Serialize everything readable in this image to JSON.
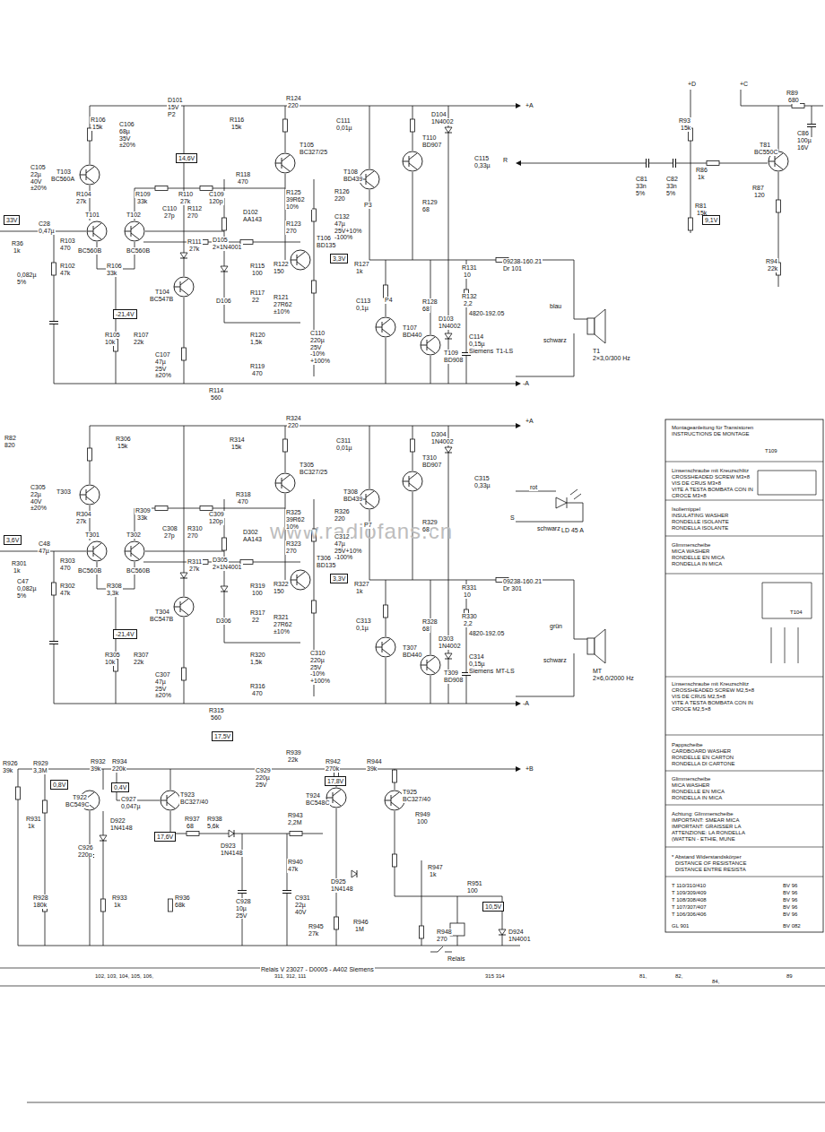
{
  "diagram": {
    "nodes": [
      {
        "text": [
          "14,6V"
        ]
      },
      {
        "text": [
          "33V"
        ]
      },
      {
        "text": [
          "9,1V"
        ]
      },
      {
        "text": [
          "3,3V"
        ]
      },
      {
        "text": [
          "-21,4V"
        ]
      },
      {
        "text": [
          "3,6V"
        ]
      },
      {
        "text": [
          "3,3V"
        ]
      },
      {
        "text": [
          "-21,4V"
        ]
      },
      {
        "text": [
          "17,5V"
        ]
      },
      {
        "text": [
          "0,8V"
        ]
      },
      {
        "text": [
          "0,4V"
        ]
      },
      {
        "text": [
          "17,8V"
        ]
      },
      {
        "text": [
          "17,6V"
        ]
      },
      {
        "text": [
          "10,5V"
        ]
      }
    ],
    "labels": [
      "R106",
      "15k",
      "C106",
      "68µ 35V ±20%",
      "D101",
      "15V P2",
      "R116",
      "15k",
      "R124",
      "220",
      "C111",
      "0,01µ",
      "D104",
      "1N4002",
      "+A",
      "C105",
      "22µ 40V ±20%",
      "T103",
      "BC560A",
      "R104",
      "27k",
      "R109",
      "33k",
      "R110",
      "27k",
      "C109",
      "120p",
      "R118",
      "470",
      "T105",
      "BC327/25",
      "T108",
      "BD439",
      "T110",
      "BD907",
      "C115",
      "0,33µ",
      "R",
      "R125",
      "39R62 10%",
      "R126",
      "220",
      "D102",
      "AA143",
      "R123",
      "270",
      "C132",
      "47µ 25V+10% -100%",
      "P3",
      "R129",
      "68",
      "R36",
      "1k",
      "C28",
      "0,47µ",
      "R103",
      "470",
      "R102",
      "47k",
      "0,082µ 5%",
      "T101",
      "BC560B",
      "T102",
      "BC560B",
      "C110",
      "27p",
      "R112",
      "270",
      "R111",
      "27k",
      "R106",
      "33k",
      "T104",
      "BC547B",
      "D105",
      "2×1N4001",
      "D106",
      "R115",
      "100",
      "R122",
      "150",
      "T106",
      "BD135",
      "R127",
      "1k",
      "R117",
      "22",
      "R121",
      "27R62 ±10%",
      "C113",
      "0,1µ",
      "P4",
      "R128",
      "68",
      "D103",
      "1N4002",
      "R131",
      "10",
      "R132",
      "2,2",
      "09238-160.21",
      "Dr 101",
      "4820-192.05",
      "blau",
      "schwarz",
      "T1-LS",
      "T1",
      "2×3,0/300 Hz",
      "R105",
      "10k",
      "R107",
      "22k",
      "C107",
      "47µ 25V ±20%",
      "R120",
      "1,5k",
      "C110",
      "220µ 25V -10% +100%",
      "T107",
      "BD440",
      "T109",
      "BD908",
      "C114",
      "0,15µ Siemens",
      "R119",
      "470",
      "R114",
      "560",
      "-A",
      "+D",
      "+C",
      "R89",
      "680",
      "C86",
      "100µ 16V",
      "R93",
      "15k",
      "C81",
      "33n 5%",
      "C82",
      "33n 5%",
      "R86",
      "1k",
      "T81",
      "BC550C",
      "R87",
      "120",
      "R81",
      "15k",
      "R94",
      "22k",
      "R82",
      "820",
      "C305",
      "22µ 40V ±20%",
      "R306",
      "15k",
      "T303",
      "R309",
      "33k",
      "R304",
      "27k",
      "R314",
      "15k",
      "R324",
      "220",
      "C311",
      "0,01µ",
      "D304",
      "1N4002",
      "+A",
      "T305",
      "BC327/25",
      "T310",
      "BD907",
      "T308",
      "BD439",
      "C315",
      "0,33µ",
      "R318",
      "470",
      "C309",
      "120p",
      "C308",
      "27p",
      "R310",
      "270",
      "R325",
      "39R62 10%",
      "D302",
      "AA143",
      "R326",
      "220",
      "R323",
      "270",
      "C312",
      "47µ 25V+10% -100%",
      "P7",
      "R329",
      "68",
      "rot",
      "schwarz",
      "LD 45 A",
      "S",
      "T301",
      "BC560B",
      "T302",
      "BC560B",
      "C48",
      "47µ",
      "R301",
      "1k",
      "R303",
      "470",
      "R302",
      "47k",
      "C47",
      "0,082µ 5%",
      "R311",
      "27k",
      "R308",
      "3,3k",
      "T304",
      "BC547B",
      "D305",
      "2×1N4001",
      "D306",
      "R319",
      "100",
      "R322",
      "150",
      "T306",
      "BD135",
      "R327",
      "1k",
      "R317",
      "22",
      "R321",
      "27R62 ±10%",
      "C313",
      "0,1µ",
      "R328",
      "68",
      "D303",
      "1N4002",
      "R331",
      "10",
      "R330",
      "2,2",
      "09238-160.21",
      "Dr 301",
      "4820-192.05",
      "grün",
      "schwarz",
      "MT-LS",
      "MT",
      "2×6,0/2000 Hz",
      "R305",
      "10k",
      "R307",
      "22k",
      "C307",
      "47µ 25V ±20%",
      "R320",
      "1,5k",
      "C310",
      "220µ 25V -10% +100%",
      "T307",
      "BD440",
      "T309",
      "BD908",
      "C314",
      "0,15µ Siemens",
      "R316",
      "470",
      "R315",
      "560",
      "-A",
      "R926",
      "39k",
      "R929",
      "3,3M",
      "R932",
      "39k",
      "R934",
      "220k",
      "T922",
      "BC549C",
      "C927",
      "0,047µ",
      "T923",
      "BC327/40",
      "C929",
      "220µ 25V",
      "R939",
      "22k",
      "R942",
      "270k",
      "R944",
      "39k",
      "+B",
      "T924",
      "BC548C",
      "T925",
      "BC327/40",
      "R931",
      "1k",
      "D922",
      "1N4148",
      "C926",
      "220p",
      "R937",
      "68",
      "R938",
      "5,6k",
      "D923",
      "1N4148",
      "R943",
      "2,2M",
      "R949",
      "100",
      "R940",
      "47k",
      "D925",
      "1N4148",
      "R947",
      "1k",
      "R951",
      "100",
      "R928",
      "180k",
      "R933",
      "1k",
      "R936",
      "68k",
      "C928",
      "10µ 25V",
      "C931",
      "22µ 40V",
      "R945",
      "27k",
      "R946",
      "1M",
      "R948",
      "270",
      "D924",
      "1N4001",
      "Relais",
      "Relais V 23027 - D0005 - A402 Siemens",
      "Montageanleitung für Transistoren",
      "INSTRUCTIONS DE MONTAGE",
      "T109",
      "Linsenschraube mit Kreuzschlitz",
      "CROSSHEADED SCREW M3×8",
      "VIS DE CRUS M3×8",
      "VITE A TESTA BOMBATA CON IN",
      "CROCE M3×8",
      "Isoliernippel",
      "INSULATING WASHER",
      "RONDELLE ISOLANTE",
      "RONDELLA ISOLANTE",
      "Glimmerscheibe",
      "MICA WASHER",
      "RONDELLE EN MICA",
      "RONDELLA IN MICA",
      "T104",
      "Linsenschraube mit Kreuzschlitz",
      "CROSSHEADED SCREW M2,5×8",
      "VIS DE CRUS M2,5×8",
      "VITE A TESTA BOMBATA CON IN",
      "CROCE M2,5×8",
      "Pappscheibe",
      "CARDBOARD WASHER",
      "RONDELLE EN CARTON",
      "RONDELLA DI CARTONE",
      "Glimmerscheibe",
      "MICA WASHER",
      "RONDELLE EN MICA",
      "RONDELLA IN MICA",
      "Achtung: Glimmerscheibe",
      "IMPORTANT: SMEAR MICA",
      "IMPORTANT: GRAISSER LA",
      "ATTENZIONE: LA RONDELLA",
      "(WATTEN - ETHIE, MUNE",
      "* Abstand Widerstandskörper",
      "DISTANCE OF RESISTANCE",
      "DISTANCE ENTRE RESISTA",
      "T 110/310/410",
      "BV 96",
      "T 109/309/409",
      "BV 96",
      "T 108/308/408",
      "BV 96",
      "T 107/307/407",
      "BV 96",
      "T 106/306/406",
      "BV 96",
      "GL 901",
      "BV 082",
      "102, 103, 104, 105, 106,",
      "311, 312, 111",
      "315 314",
      "81,",
      "82,",
      "84,",
      "89",
      "www.radiofans.cn"
    ]
  }
}
